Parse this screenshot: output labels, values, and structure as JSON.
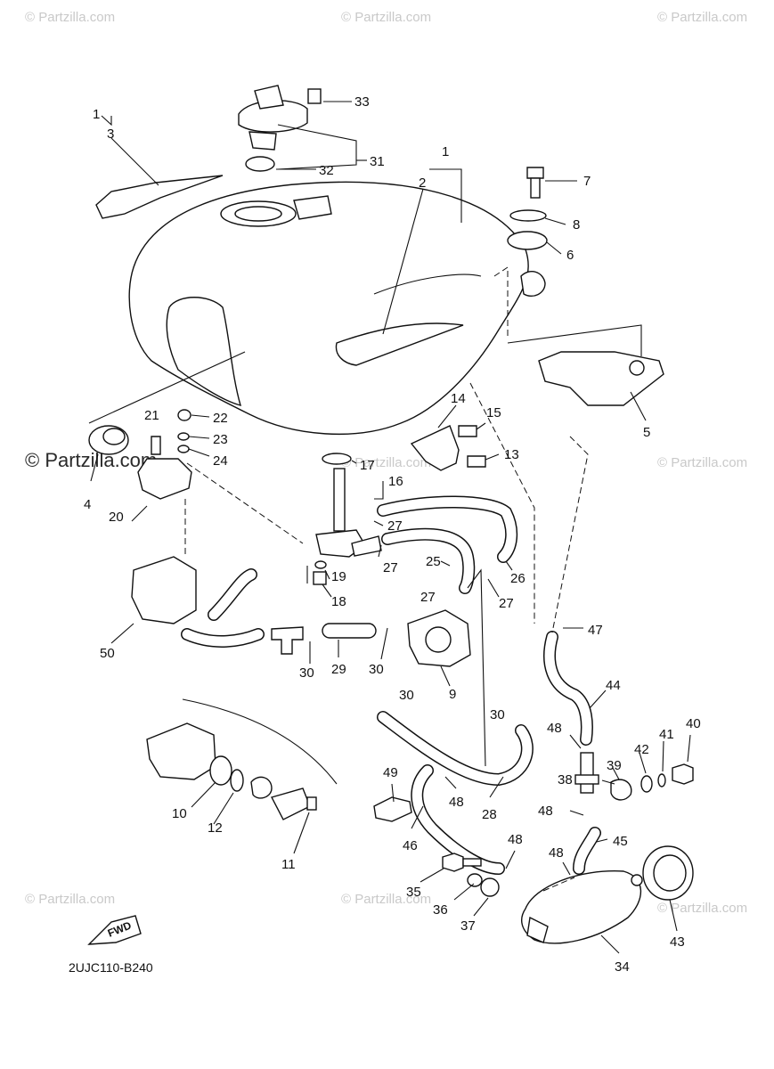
{
  "watermarks": {
    "text": "© Partzilla.com",
    "side_text": "© Partzilla.com"
  },
  "diagram_code": "2UJC110-B240",
  "fwd_label": "FWD",
  "callouts": {
    "c1a": "1",
    "c3": "3",
    "c33": "33",
    "c31": "31",
    "c32": "32",
    "c1b": "1",
    "c2": "2",
    "c7": "7",
    "c8": "8",
    "c6": "6",
    "c5": "5",
    "c21": "21",
    "c22": "22",
    "c23": "23",
    "c24": "24",
    "c4": "4",
    "c20": "20",
    "c14": "14",
    "c15": "15",
    "c13": "13",
    "c17": "17",
    "c16": "16",
    "c27a": "27",
    "c27b": "27",
    "c27c": "27",
    "c27d": "27",
    "c25": "25",
    "c26": "26",
    "c19": "19",
    "c18": "18",
    "c50": "50",
    "c30a": "30",
    "c29": "29",
    "c30b": "30",
    "c9": "9",
    "c47": "47",
    "c30c": "30",
    "c30d": "30",
    "c44": "44",
    "c40": "40",
    "c41": "41",
    "c42": "42",
    "c48a": "48",
    "c39": "39",
    "c38": "38",
    "c48b": "48",
    "c45": "45",
    "c49": "49",
    "c48c": "48",
    "c28": "28",
    "c46": "46",
    "c48d": "48",
    "c48e": "48",
    "c10": "10",
    "c12": "12",
    "c11": "11",
    "c35": "35",
    "c36": "36",
    "c37": "37",
    "c43": "43",
    "c34": "34"
  }
}
